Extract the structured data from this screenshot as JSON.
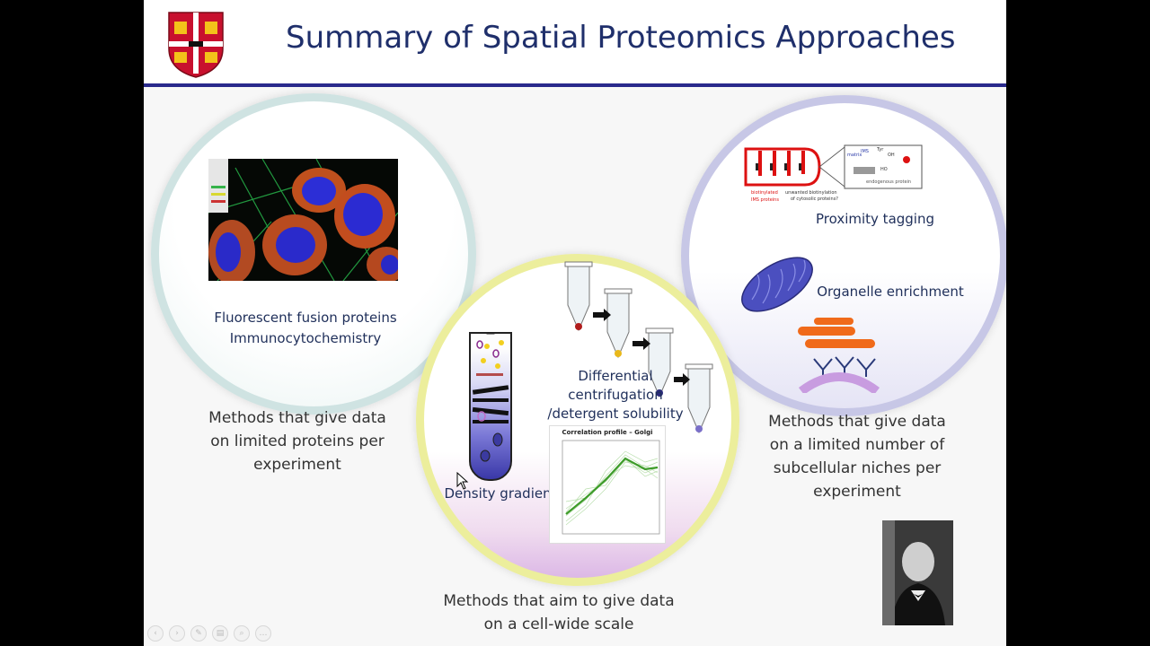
{
  "slide": {
    "title": "Summary of Spatial Proteomics Approaches"
  },
  "left_group": {
    "image_labels": [
      "Fluorescent fusion proteins",
      "Immunocytochemistry"
    ],
    "caption": "Methods that give data on limited proteins per experiment"
  },
  "middle_group": {
    "density_label": "Density gradient",
    "centrifugation_labels": [
      "Differential",
      "centrifugation",
      "/detergent solubility"
    ],
    "plot_title": "Correlation profile – Golgi",
    "caption": "Methods that aim to give data on a cell-wide scale"
  },
  "right_group": {
    "proximity_label": "Proximity tagging",
    "organelle_label": "Organelle enrichment",
    "diagram_texts": {
      "biotinylated": "biotinylated",
      "ims_proteins": "IMS proteins",
      "unwanted": "unwanted biotinylation",
      "cytosolic": "of cytosolic proteins?",
      "matrix": "matrix",
      "ims": "IMS",
      "tyr": "Tyr",
      "oh": "OH",
      "ho": "HO",
      "endogenous": "endogenous protein"
    },
    "caption": "Methods that give data on a limited number of subcellular niches per experiment"
  },
  "colors": {
    "title": "#1f2f6b",
    "rule": "#2a2a8c",
    "left_circle": "#cfe3e2",
    "middle_circle": "#ecee9c",
    "right_circle": "#c7c7e6"
  },
  "icons": {
    "logo": "university-crest-icon",
    "cursor": "mouse-cursor-icon",
    "toolbar": [
      "previous-icon",
      "next-icon",
      "pen-icon",
      "slides-icon",
      "zoom-icon",
      "more-icon"
    ]
  },
  "toolbar_glyphs": [
    "‹",
    "›",
    "✎",
    "▤",
    "⌕",
    "…"
  ]
}
